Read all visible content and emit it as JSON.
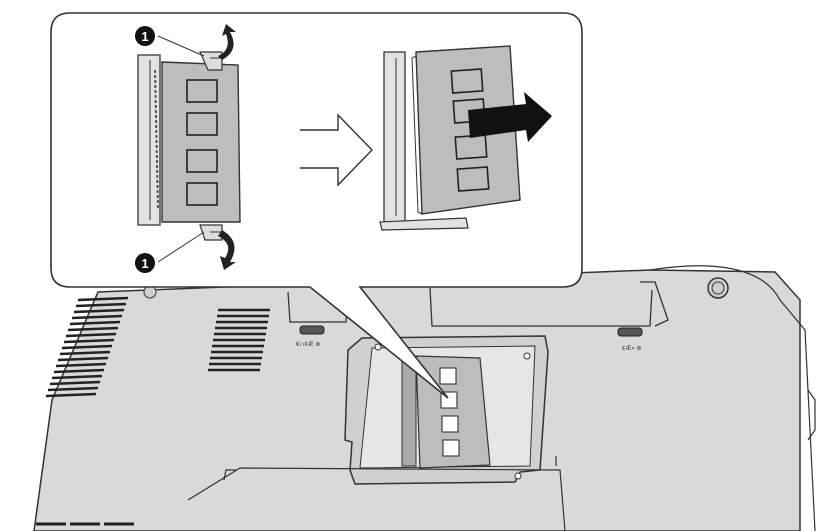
{
  "callouts": {
    "top": "1",
    "bottom": "1"
  },
  "chassis_labels": {
    "left_foot": "€ı ı¢Æ ⊚",
    "right_foot": "¢Æ» ⊚"
  },
  "colors": {
    "line": "#333333",
    "body": "#dcdcdc",
    "module": "#c8c8c8",
    "panel": "#ffffff"
  },
  "icons": {
    "eject_arrow": "curved-arrow-icon",
    "pull_arrow": "right-arrow-icon",
    "step_arrow": "hollow-arrow-icon"
  }
}
